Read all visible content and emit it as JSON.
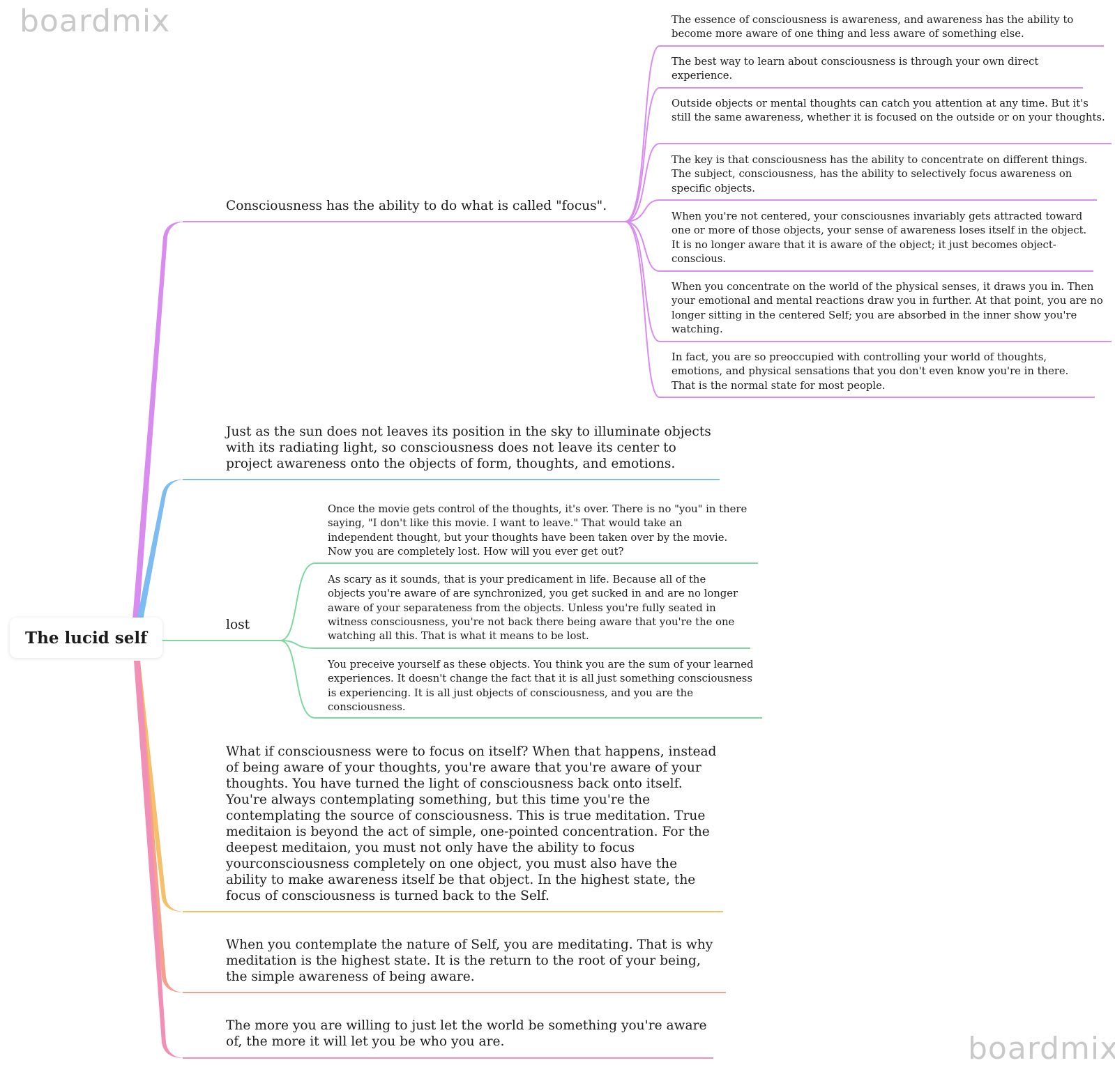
{
  "watermark": "boardmix",
  "root": {
    "label": "The lucid self"
  },
  "colors": {
    "purple": "#d98cf0",
    "blue": "#7dbcf2",
    "green": "#7fd7a0",
    "orange": "#f5c06a",
    "salmon": "#f5a08a",
    "pink": "#f28fb7"
  },
  "branches": [
    {
      "text": "Consciousness has the ability to do what is called \"focus\".",
      "color": "purple",
      "children": [
        "The essence of consciousness is awareness, and awareness has the ability to become more aware of one thing and less aware of something else.",
        "The best way to learn about consciousness is through your own direct experience.",
        "Outside objects or mental thoughts can catch you attention at any time. But it's still the same awareness, whether it is focused on the outside or on your thoughts.",
        "The key is that consciousness has the ability to concentrate on different things. The subject, consciousness, has the ability to selectively focus awareness on specific objects.",
        "When you're not centered, your consciousnes invariably gets attracted toward one or more of those objects, your sense of awareness loses itself in the object. It is no longer aware that it is aware of the object; it just becomes object-conscious.",
        "When you concentrate on the world of the physical senses, it draws you in. Then your emotional and mental reactions draw you in further. At that point, you are no longer sitting in the centered Self; you are absorbed in the inner show you're watching.",
        "In fact, you are so preoccupied with controlling your world of thoughts, emotions, and physical sensations that you don't even know you're in there. That is the normal state for most people."
      ]
    },
    {
      "text": "Just as the sun does not leaves its position in the sky to illuminate objects with its radiating light, so consciousness does not leave its center to project awareness onto the objects of form, thoughts, and emotions.",
      "color": "blue",
      "children": []
    },
    {
      "text": "lost",
      "color": "green",
      "children": [
        "Once the movie gets control of the thoughts, it's over. There is no \"you\" in there saying, \"I don't like this movie. I want to leave.\" That would take an independent thought, but your thoughts have been taken over by the movie. Now you are completely lost. How will you ever get out?",
        "As scary as it sounds, that is your predicament in life. Because all of the objects you're aware of are synchronized, you get sucked in and are no longer aware of your separateness from the objects. Unless you're fully seated in witness consciousness, you're not back there being aware that you're the one watching all this. That is what it means to be lost.",
        "You preceive yourself as these objects. You think you are the sum of your learned experiences. It doesn't change the fact that it is all just something consciousness is experiencing. It is all just objects of consciousness, and you are the consciousness."
      ]
    },
    {
      "text": "What if consciousness were to focus on itself? When that happens, instead of being aware of your thoughts, you're aware that you're aware of your thoughts. You have turned the light of consciousness back onto itself. You're always contemplating something, but this time you're the contemplating the source of consciousness. This is true meditation. True meditaion is beyond the act of simple, one-pointed concentration. For the deepest meditaion, you must not only have the ability to focus yourconsciousness completely on one object, you must also have the ability to make awareness itself be that object. In the highest state, the focus of consciousness is turned back to the Self.",
      "color": "orange",
      "children": []
    },
    {
      "text": "When you contemplate the nature of Self, you are meditating. That is why meditation is the highest state. It is the return to the root of your being, the simple awareness of being aware.",
      "color": "salmon",
      "children": []
    },
    {
      "text": "The more you are willing to just let the world be something you're aware of, the more it will let you be who you are.",
      "color": "pink",
      "children": []
    }
  ]
}
